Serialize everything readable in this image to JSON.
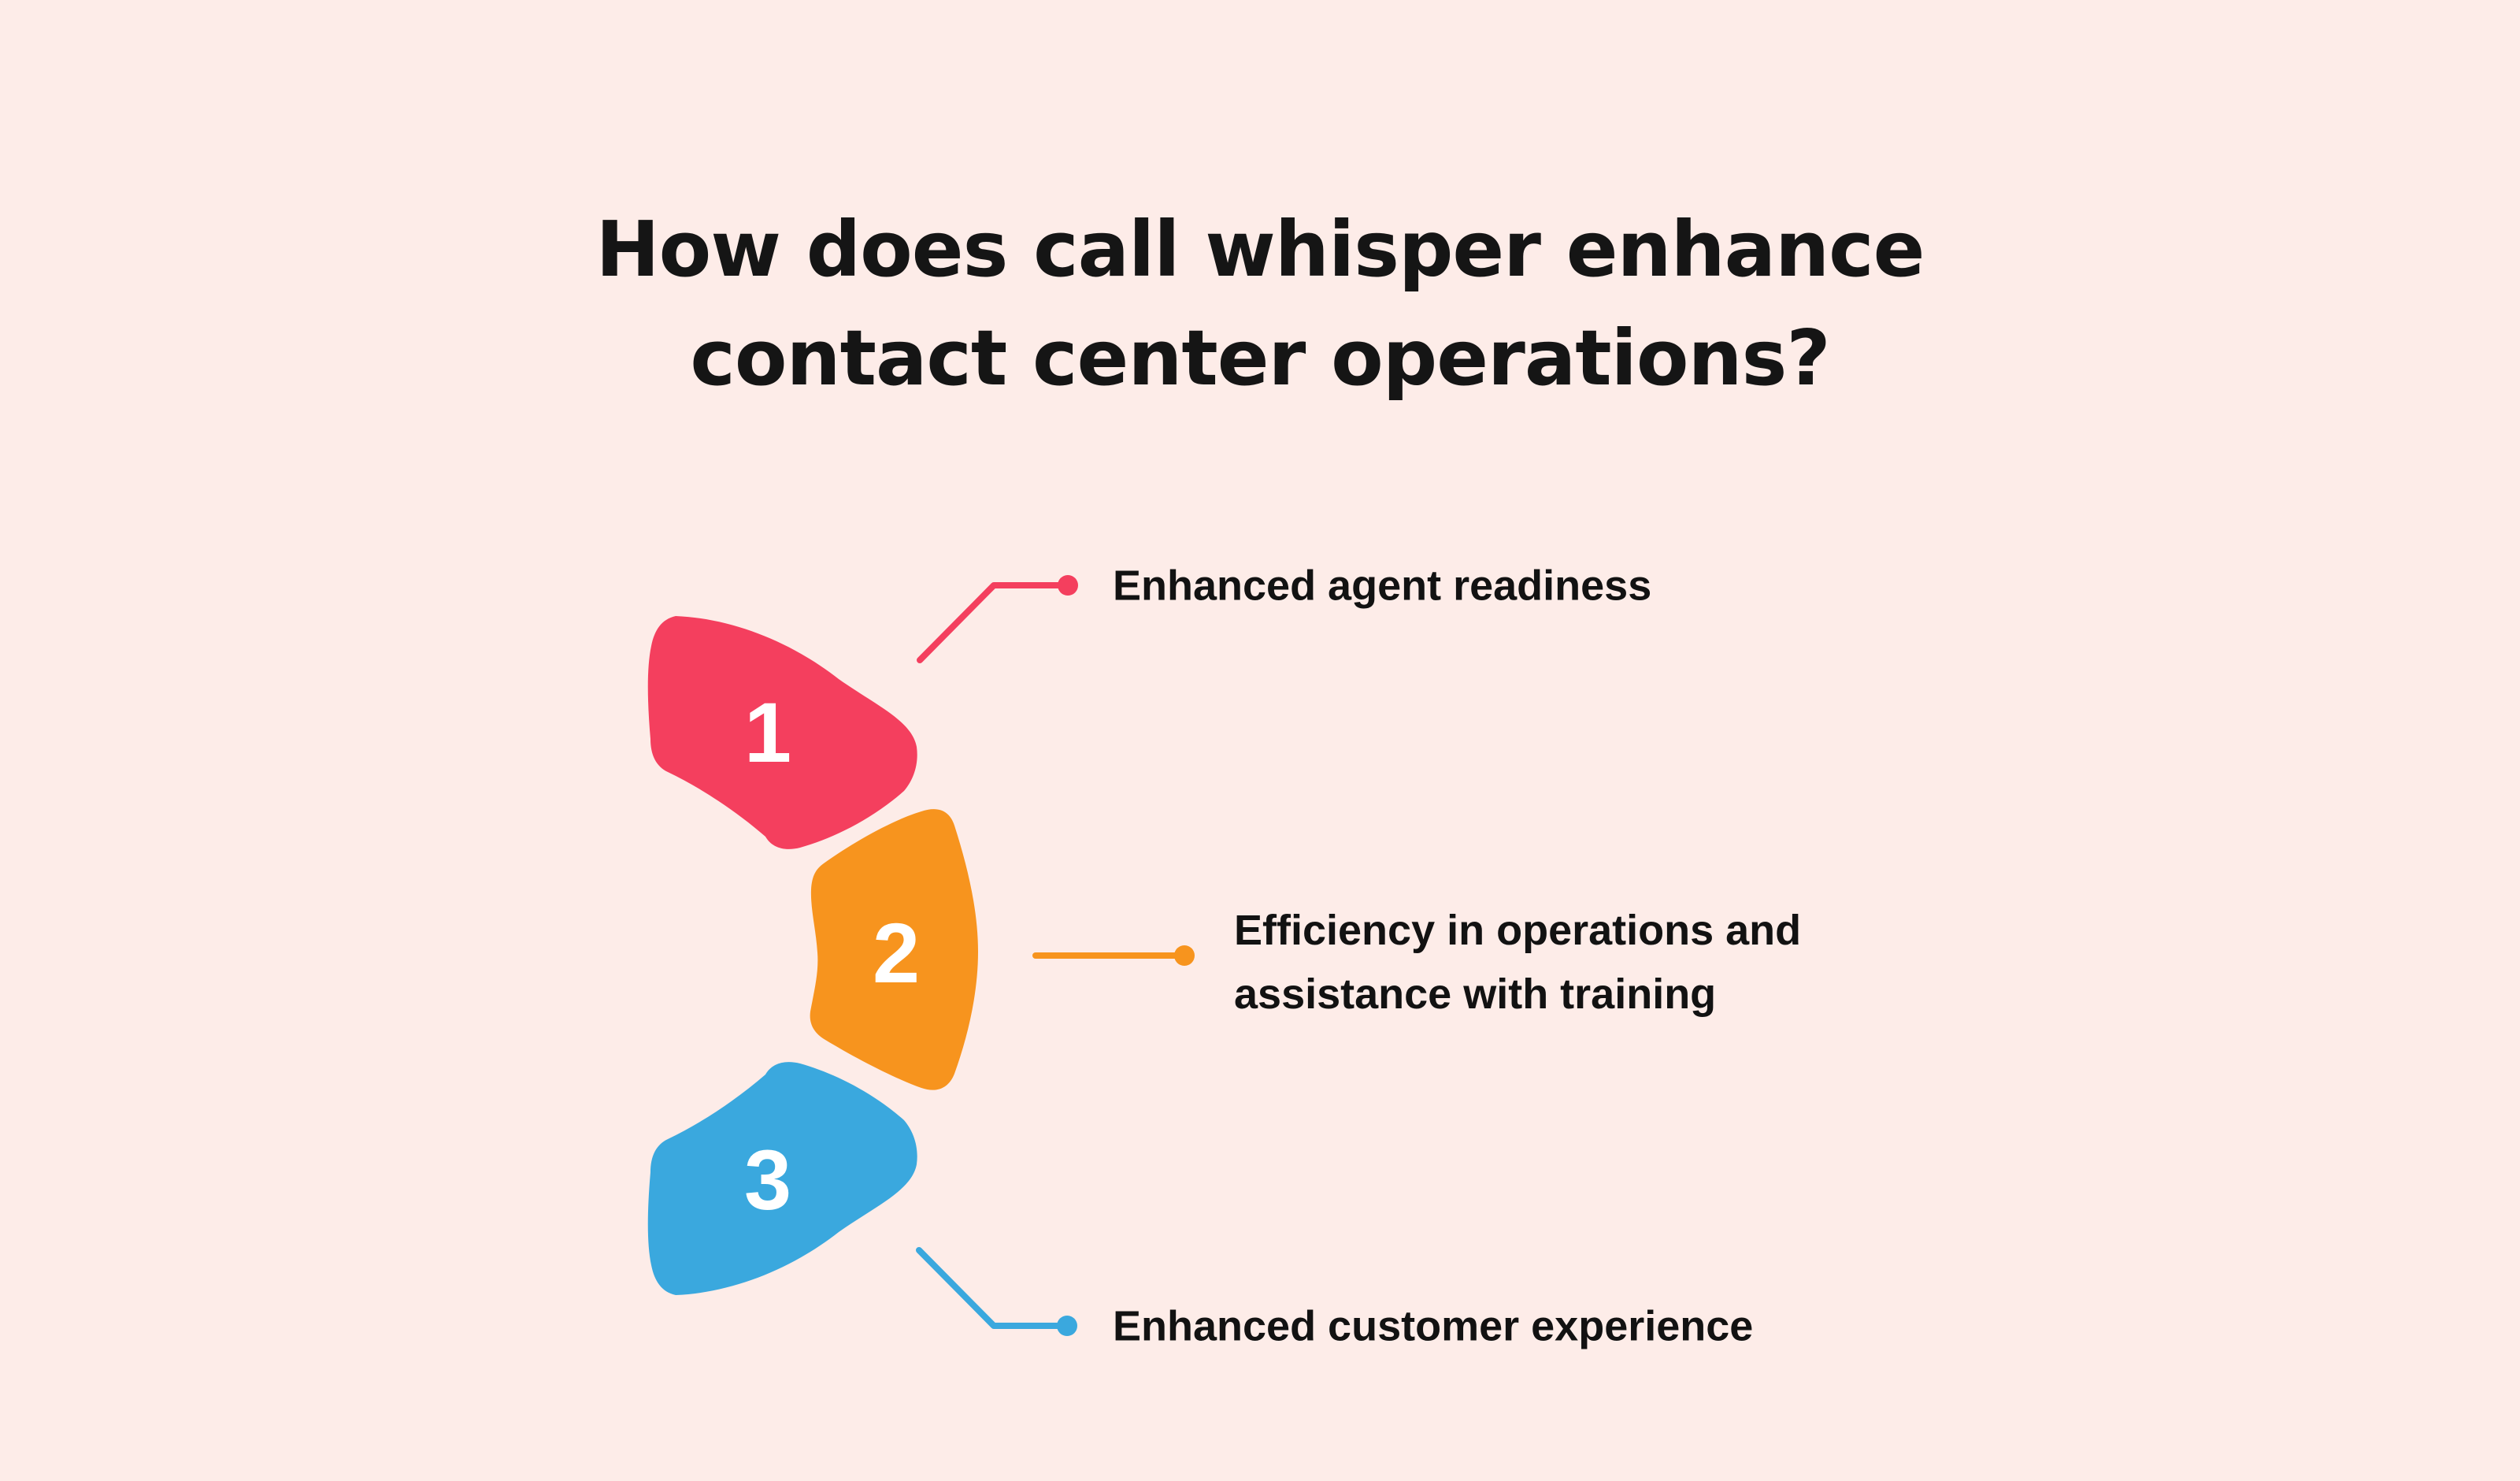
{
  "background_color": "#FDECE8",
  "title": {
    "line1": "How does call whisper enhance",
    "line2": "contact center operations?",
    "color": "#151515"
  },
  "items": [
    {
      "number": "1",
      "color": "#F43F5E",
      "label_lines": [
        "Enhanced agent readiness"
      ]
    },
    {
      "number": "2",
      "color": "#F7941E",
      "label_lines": [
        "Efficiency in operations and",
        "assistance with training"
      ]
    },
    {
      "number": "3",
      "color": "#3AA8DE",
      "label_lines": [
        "Enhanced customer experience"
      ]
    }
  ]
}
